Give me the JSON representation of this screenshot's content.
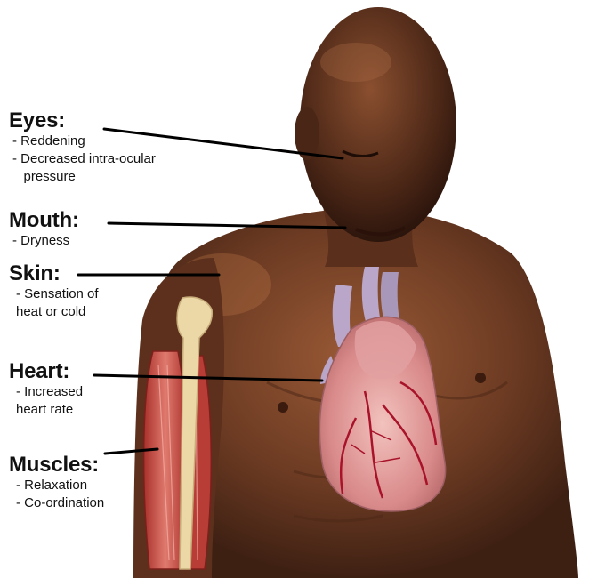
{
  "labels": [
    {
      "heading": "Eyes:",
      "items": [
        "- Reddening",
        "- Decreased intra-ocular",
        "   pressure"
      ]
    },
    {
      "heading": "Mouth:",
      "items": [
        "- Dryness"
      ]
    },
    {
      "heading": "Skin:",
      "items": [
        "- Sensation of",
        "heat or cold"
      ]
    },
    {
      "heading": "Heart:",
      "items": [
        "- Increased",
        "heart rate"
      ]
    },
    {
      "heading": "Muscles:",
      "items": [
        "- Relaxation",
        "- Co-ordination"
      ]
    }
  ],
  "colors": {
    "skin": "#6b3a22",
    "skin_highlight": "#9a5a36",
    "heart": "#d98a8a",
    "heart_vessels": "#b9a6c8",
    "muscle": "#c9473f",
    "bone": "#ecd7a6",
    "text": "#111111"
  }
}
